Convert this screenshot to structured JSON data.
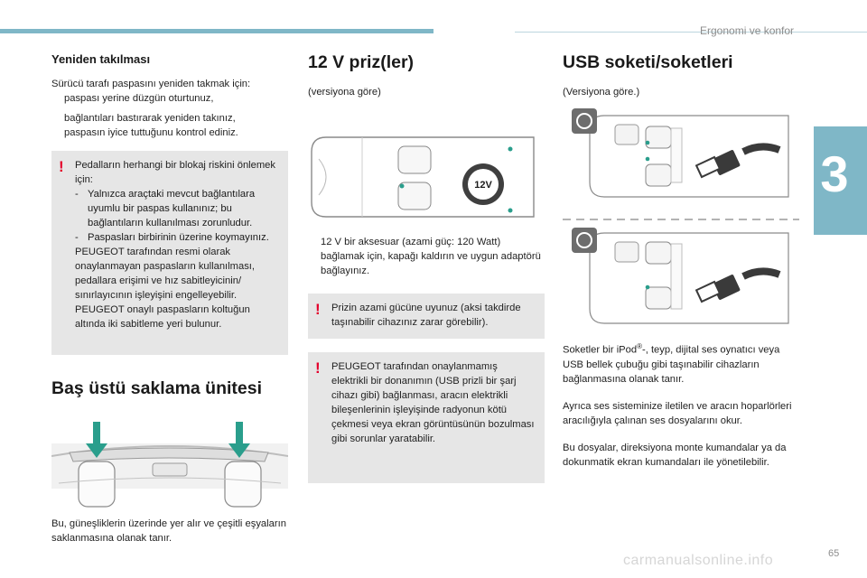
{
  "header": {
    "section": "Ergonomi ve konfor",
    "chapter": "3",
    "page": "65"
  },
  "col1": {
    "refit_title": "Yeniden takılması",
    "refit_intro": "Sürücü tarafı paspasını yeniden takmak için:",
    "refit_b1": "paspası yerine düzgün oturtunuz,",
    "refit_b2": "bağlantıları bastırarak yeniden takınız,",
    "refit_b3": "paspasın iyice tuttuğunu kontrol ediniz.",
    "warn_intro": "Pedalların herhangi bir blokaj riskini önlemek için:",
    "warn_d1": "Yalnızca araçtaki mevcut bağlantılara uyumlu bir paspas kullanınız; bu bağlantıların kullanılması zorunludur.",
    "warn_d2": "Paspasları birbirinin üzerine koymayınız.",
    "warn_rest": "PEUGEOT tarafından resmi olarak onaylanmayan paspasların kullanılması, pedallara erişimi ve hız sabitleyicinin/ sınırlayıcının işleyişini engelleyebilir. PEUGEOT onaylı paspasların koltuğun altında iki sabitleme yeri bulunur.",
    "overhead_title": "Baş üstü saklama ünitesi",
    "overhead_text": "Bu, güneşliklerin üzerinde yer alır ve çeşitli eşyaların saklanmasına olanak tanır."
  },
  "col2": {
    "title": "12 V priz(ler)",
    "version": "(versiyona göre)",
    "badge": "12V",
    "b1": "12 V bir aksesuar (azami güç: 120 Watt) bağlamak için, kapağı kaldırın ve uygun adaptörü bağlayınız.",
    "warn1": "Prizin azami gücüne uyunuz (aksi takdirde taşınabilir cihazınız zarar görebilir).",
    "warn2": "PEUGEOT tarafından onaylanmamış elektrikli bir donanımın (USB prizli bir şarj cihazı gibi) bağlanması, aracın elektrikli bileşenlerinin işleyişinde radyonun kötü çekmesi veya ekran görüntüsünün bozulması gibi sorunlar yaratabilir."
  },
  "col3": {
    "title": "USB soketi/soketleri",
    "version": "(Versiyona göre.)",
    "p1_pre": "Soketler bir iPod",
    "p1_sup": "®",
    "p1_post": "-, teyp, dijital ses oynatıcı veya USB bellek çubuğu gibi taşınabilir cihazların bağlanmasına olanak tanır.",
    "p2": "Ayrıca ses sisteminize iletilen ve aracın hoparlörleri aracılığıyla çalınan ses dosyalarını okur.",
    "p3": "Bu dosyalar, direksiyona monte kumandalar ya da dokunmatik ekran kumandaları ile yönetilebilir."
  },
  "symbols": {
    "bullet": "",
    "dash": "-",
    "warning": "!"
  },
  "footer": {
    "url": "carmanualsonline.info"
  },
  "colors": {
    "accent": "#7fb7c7",
    "warning": "#e4002b",
    "box": "#e6e6e6",
    "marker": "#2a9e8c"
  }
}
